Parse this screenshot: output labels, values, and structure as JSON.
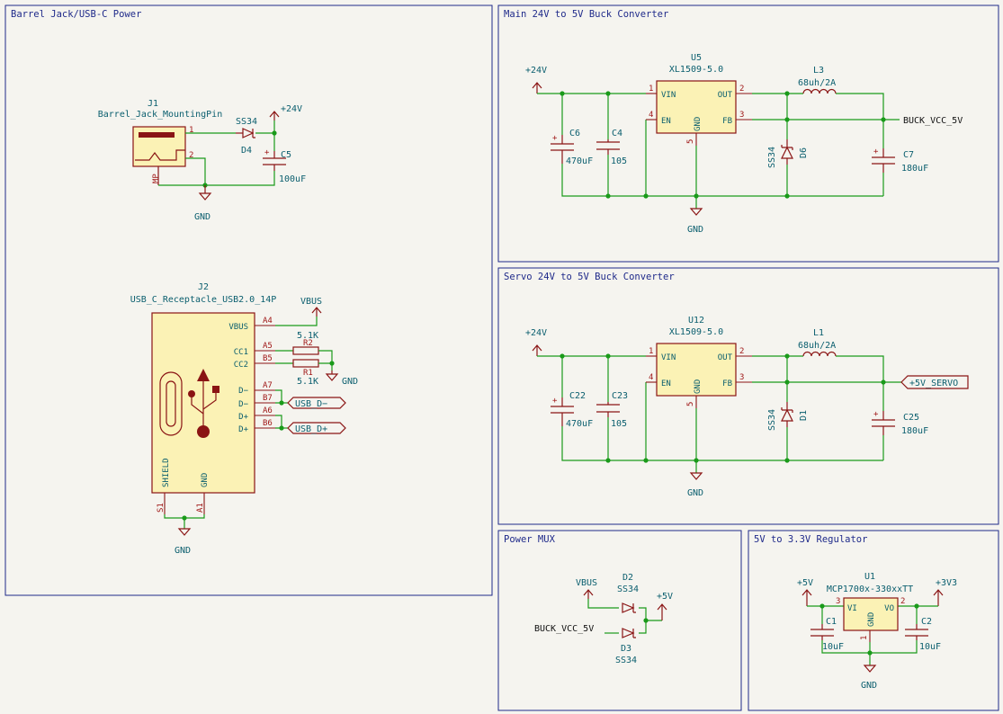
{
  "sections": {
    "barrel": "Barrel Jack/USB-C Power",
    "main_buck": "Main 24V to 5V Buck Converter",
    "servo_buck": "Servo 24V to 5V Buck Converter",
    "mux": "Power MUX",
    "reg": "5V to 3.3V Regulator"
  },
  "barrel": {
    "j1_ref": "J1",
    "j1_val": "Barrel_Jack_MountingPin",
    "d4_val": "SS34",
    "d4_ref": "D4",
    "c5_ref": "C5",
    "c5_val": "100uF",
    "pwr": "+24V",
    "gnd": "GND",
    "pin1": "1",
    "pin2": "2",
    "pin_mp": "MP"
  },
  "usb": {
    "j2_ref": "J2",
    "j2_val": "USB_C_Receptacle_USB2.0_14P",
    "vbus_flag": "VBUS",
    "pins": {
      "a4": "A4",
      "a5": "A5",
      "b5": "B5",
      "a7": "A7",
      "b7": "B7",
      "a6": "A6",
      "b6": "B6",
      "s1": "S1",
      "a1": "A1"
    },
    "pnames": {
      "vbus": "VBUS",
      "cc1": "CC1",
      "cc2": "CC2",
      "dm1": "D−",
      "dm2": "D−",
      "dp1": "D+",
      "dp2": "D+",
      "shield": "SHIELD",
      "gnd": "GND"
    },
    "r2_ref": "R2",
    "r2_val": "5.1K",
    "r1_ref": "R1",
    "r1_val": "5.1K",
    "gnd": "GND",
    "gnd2": "GND",
    "usb_dm": "USB_D−",
    "usb_dp": "USB_D+"
  },
  "main": {
    "pwr": "+24V",
    "u_ref": "U5",
    "u_val": "XL1509-5.0",
    "vin": "VIN",
    "out": "OUT",
    "en": "EN",
    "fb": "FB",
    "gnd_pin": "GND",
    "p1": "1",
    "p2": "2",
    "p3": "3",
    "p4": "4",
    "p5": "5",
    "l_ref": "L3",
    "l_val": "68uh/2A",
    "c6_ref": "C6",
    "c6_val": "470uF",
    "c4_ref": "C4",
    "c4_val": "105",
    "d_ref": "D6",
    "d_val": "SS34",
    "c7_ref": "C7",
    "c7_val": "180uF",
    "net": "BUCK_VCC_5V",
    "gnd": "GND"
  },
  "servo": {
    "pwr": "+24V",
    "u_ref": "U12",
    "u_val": "XL1509-5.0",
    "vin": "VIN",
    "out": "OUT",
    "en": "EN",
    "fb": "FB",
    "gnd_pin": "GND",
    "p1": "1",
    "p2": "2",
    "p3": "3",
    "p4": "4",
    "p5": "5",
    "l_ref": "L1",
    "l_val": "68uh/2A",
    "c22_ref": "C22",
    "c22_val": "470uF",
    "c23_ref": "C23",
    "c23_val": "105",
    "d_ref": "D1",
    "d_val": "SS34",
    "c25_ref": "C25",
    "c25_val": "180uF",
    "net": "+5V_SERVO",
    "gnd": "GND"
  },
  "mux": {
    "vbus": "VBUS",
    "d2_ref": "D2",
    "d2_val": "SS34",
    "out": "+5V",
    "net": "BUCK_VCC_5V",
    "d3_ref": "D3",
    "d3_val": "SS34"
  },
  "reg": {
    "in_pwr": "+5V",
    "out_pwr": "+3V3",
    "u_ref": "U1",
    "u_val": "MCP1700x-330xxTT",
    "vi": "VI",
    "vo": "VO",
    "gnd_pin": "GND",
    "p3": "3",
    "p2": "2",
    "p1": "1",
    "c1_ref": "C1",
    "c1_val": "10uF",
    "c2_ref": "C2",
    "c2_val": "10uF",
    "gnd": "GND"
  }
}
